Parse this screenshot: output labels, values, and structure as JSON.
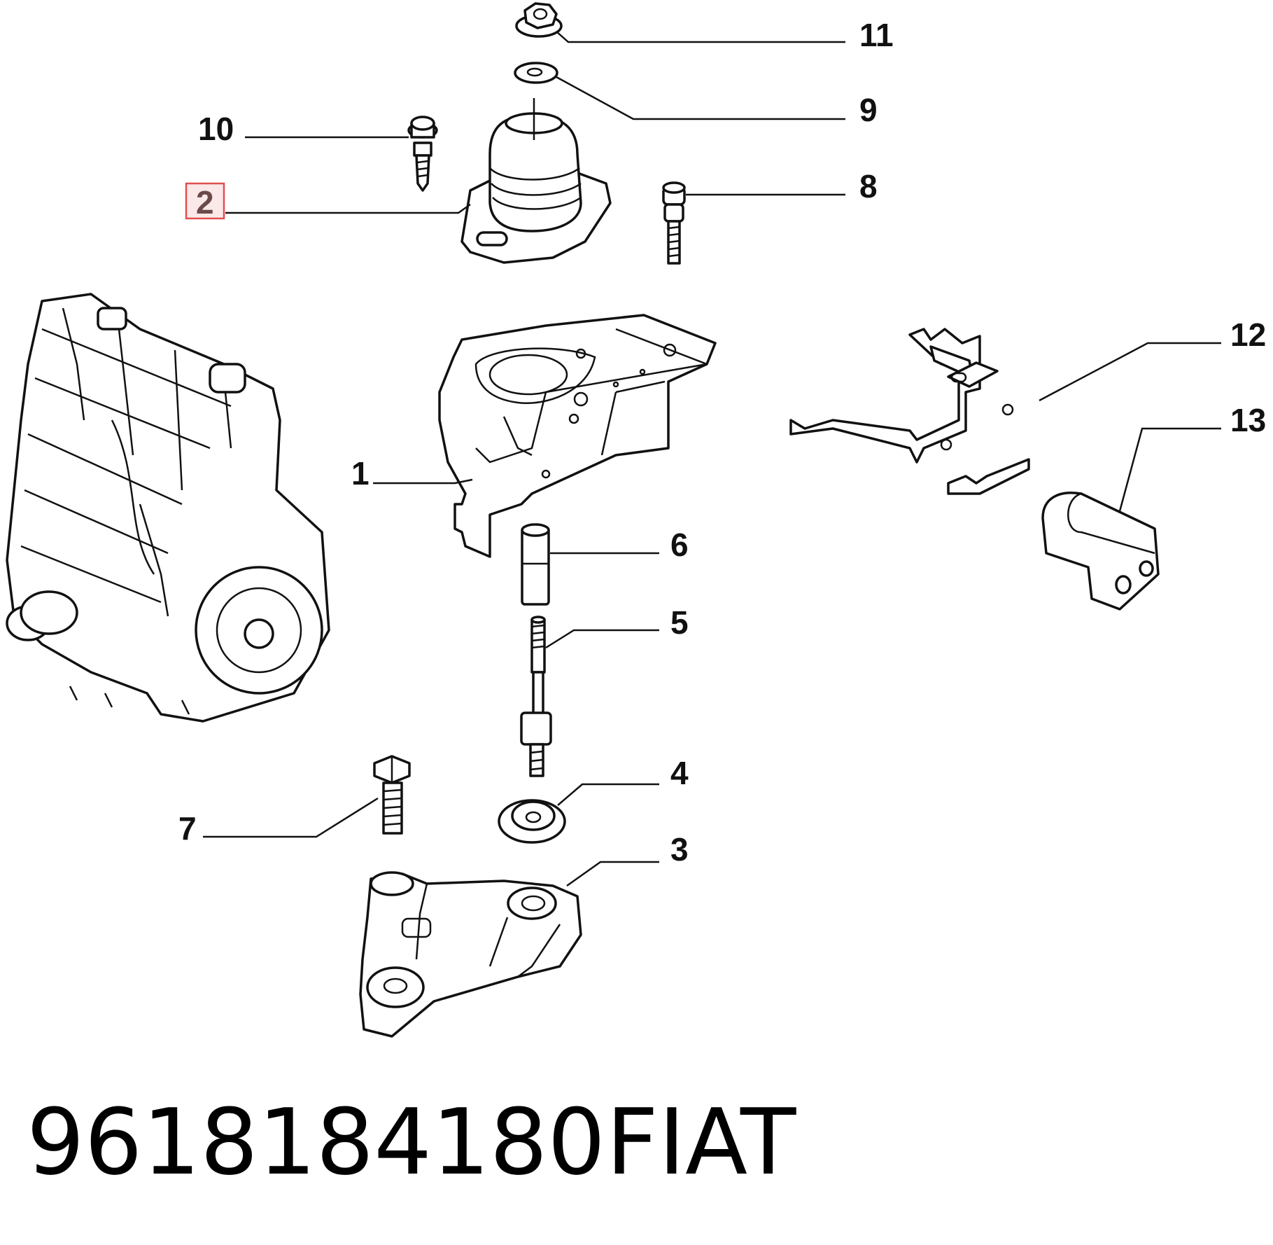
{
  "diagram": {
    "callouts": [
      {
        "id": "1",
        "label": "1"
      },
      {
        "id": "2",
        "label": "2",
        "highlighted": true
      },
      {
        "id": "3",
        "label": "3"
      },
      {
        "id": "4",
        "label": "4"
      },
      {
        "id": "5",
        "label": "5"
      },
      {
        "id": "6",
        "label": "6"
      },
      {
        "id": "7",
        "label": "7"
      },
      {
        "id": "8",
        "label": "8"
      },
      {
        "id": "9",
        "label": "9"
      },
      {
        "id": "10",
        "label": "10"
      },
      {
        "id": "11",
        "label": "11"
      },
      {
        "id": "12",
        "label": "12"
      },
      {
        "id": "13",
        "label": "13"
      }
    ],
    "highlight_color": "#e0504f"
  },
  "caption": {
    "part_number": "9618184180",
    "brand": "FIAT"
  }
}
